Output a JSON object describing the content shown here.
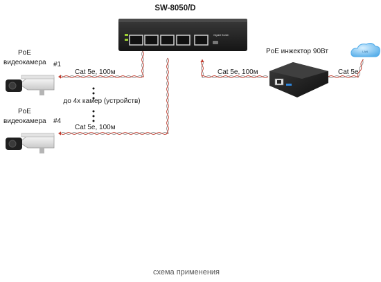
{
  "switch": {
    "model": "SW-8050/D",
    "panel_label": "Gigabit Switch"
  },
  "cameras": [
    {
      "line1": "PoE",
      "line2": "видеокамера",
      "number": "#1",
      "cable": "Cat 5e, 100м"
    },
    {
      "line1": "PoE",
      "line2": "видеокамера",
      "number": "#4",
      "cable": "Cat 5e, 100м"
    }
  ],
  "middle_note": "до 4х камер (устройств)",
  "injector": {
    "label": "PoE инжектор 90Вт",
    "cable_in": "Cat 5e, 100м",
    "cable_out": "Cat 5e"
  },
  "cloud": {
    "label": "LAN"
  },
  "caption": "схема применения",
  "colors": {
    "cable_a": "#8a8a8a",
    "cable_b": "#c0392b",
    "device": "#2a2a2a",
    "cloud": "#4aa8e8"
  }
}
